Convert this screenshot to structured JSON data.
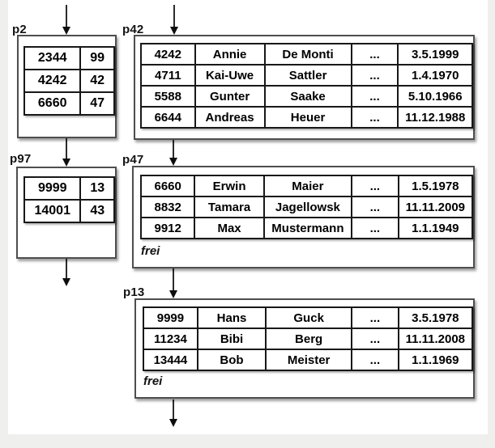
{
  "nodes": {
    "p2": {
      "label": "p2",
      "rows": [
        [
          "2344",
          "99"
        ],
        [
          "4242",
          "42"
        ],
        [
          "6660",
          "47"
        ]
      ]
    },
    "p42": {
      "label": "p42",
      "rows": [
        [
          "4242",
          "Annie",
          "De Monti",
          "...",
          "3.5.1999"
        ],
        [
          "4711",
          "Kai-Uwe",
          "Sattler",
          "...",
          "1.4.1970"
        ],
        [
          "5588",
          "Gunter",
          "Saake",
          "...",
          "5.10.1966"
        ],
        [
          "6644",
          "Andreas",
          "Heuer",
          "...",
          "11.12.1988"
        ]
      ]
    },
    "p97": {
      "label": "p97",
      "rows": [
        [
          "9999",
          "13"
        ],
        [
          "14001",
          "43"
        ]
      ]
    },
    "p47": {
      "label": "p47",
      "free_label": "frei",
      "rows": [
        [
          "6660",
          "Erwin",
          "Maier",
          "...",
          "1.5.1978"
        ],
        [
          "8832",
          "Tamara",
          "Jagellowsk",
          "...",
          "11.11.2009"
        ],
        [
          "9912",
          "Max",
          "Mustermann",
          "...",
          "1.1.1949"
        ]
      ]
    },
    "p13": {
      "label": "p13",
      "free_label": "frei",
      "rows": [
        [
          "9999",
          "Hans",
          "Guck",
          "...",
          "3.5.1978"
        ],
        [
          "11234",
          "Bibi",
          "Berg",
          "...",
          "11.11.2008"
        ],
        [
          "13444",
          "Bob",
          "Meister",
          "...",
          "1.1.1969"
        ]
      ]
    }
  },
  "edges": [
    {
      "from": "top",
      "to": "p2"
    },
    {
      "from": "top",
      "to": "p42"
    },
    {
      "from": "p2",
      "to": "p97"
    },
    {
      "from": "p42",
      "to": "p47"
    },
    {
      "from": "p97",
      "to": "down"
    },
    {
      "from": "p47",
      "to": "p13"
    },
    {
      "from": "p13",
      "to": "down"
    }
  ],
  "icons": {
    "flow_arrow": "down-arrow"
  },
  "colors": {
    "page_bg": "#efefee",
    "canvas_bg": "#ffffff",
    "box_border": "#4e4e4e",
    "cell_border": "#181818",
    "arrow": "#0d0d0d"
  }
}
